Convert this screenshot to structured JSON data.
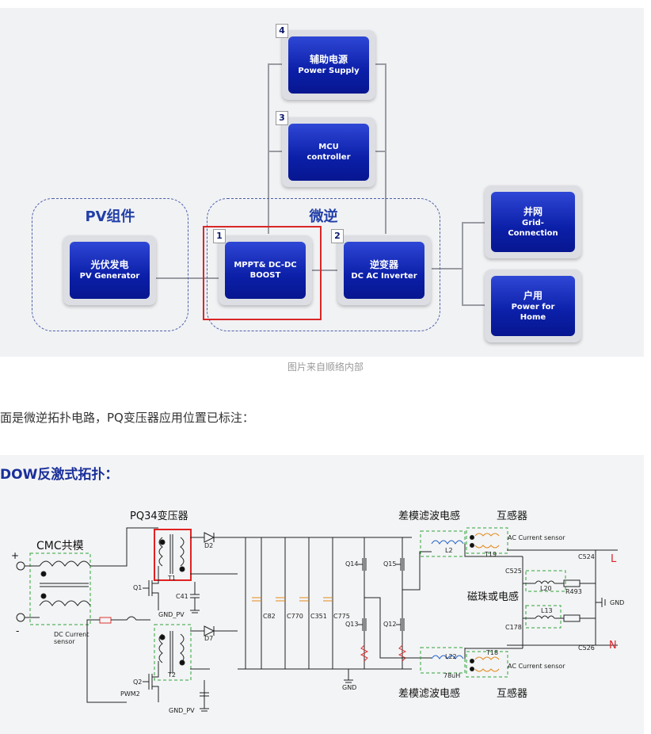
{
  "block_diagram": {
    "groups": {
      "pv": "PV组件",
      "micro": "微逆"
    },
    "blocks": {
      "pv_generator": {
        "cn": "光伏发电",
        "en": "PV Generator"
      },
      "mppt": {
        "num": "1",
        "l1": "MPPT& DC-DC",
        "l2": "BOOST"
      },
      "inverter": {
        "num": "2",
        "cn": "逆变器",
        "en": "DC AC Inverter"
      },
      "mcu": {
        "num": "3",
        "l1": "MCU",
        "l2": "controller"
      },
      "power_supply": {
        "num": "4",
        "cn": "辅助电源",
        "en": "Power Supply"
      },
      "grid": {
        "cn": "并网",
        "en1": "Grid-",
        "en2": "Connection"
      },
      "home": {
        "cn": "户用",
        "en1": "Power for",
        "en2": "Home"
      }
    },
    "caption": "图片来自顺络内部"
  },
  "paragraph": "面是微逆拓扑电路，PQ变压器应用位置已标注：",
  "circuit": {
    "title": "DOW反激式拓扑：",
    "labels": {
      "cmc": "CMC共模",
      "pq34": "PQ34变压器",
      "dm_top": "差模滤波电感",
      "mutual_top": "互感器",
      "dm_bottom": "差模滤波电感",
      "mutual_bottom": "互感器",
      "bead": "磁珠或电感",
      "L": "L",
      "N": "N",
      "dc_sensor": "DC Current sensor",
      "ac_sensor_top": "AC Current sensor",
      "ac_sensor_bottom": "AC Current sensor",
      "gnd_pv1": "GND_PV",
      "gnd_pv2": "GND_PV",
      "gnd1": "GND",
      "gnd2": "GND",
      "pwm2": "PWM2",
      "l22_val": "78uH"
    },
    "components": [
      "Q1",
      "Q2",
      "T1",
      "T2",
      "D2",
      "D7",
      "C41",
      "C82",
      "C770",
      "C351",
      "C775",
      "Q14",
      "Q15",
      "Q13",
      "Q12",
      "L2",
      "T19",
      "L22",
      "T18",
      "C524",
      "C525",
      "L20",
      "R493",
      "L13",
      "C178",
      "C526"
    ]
  }
}
